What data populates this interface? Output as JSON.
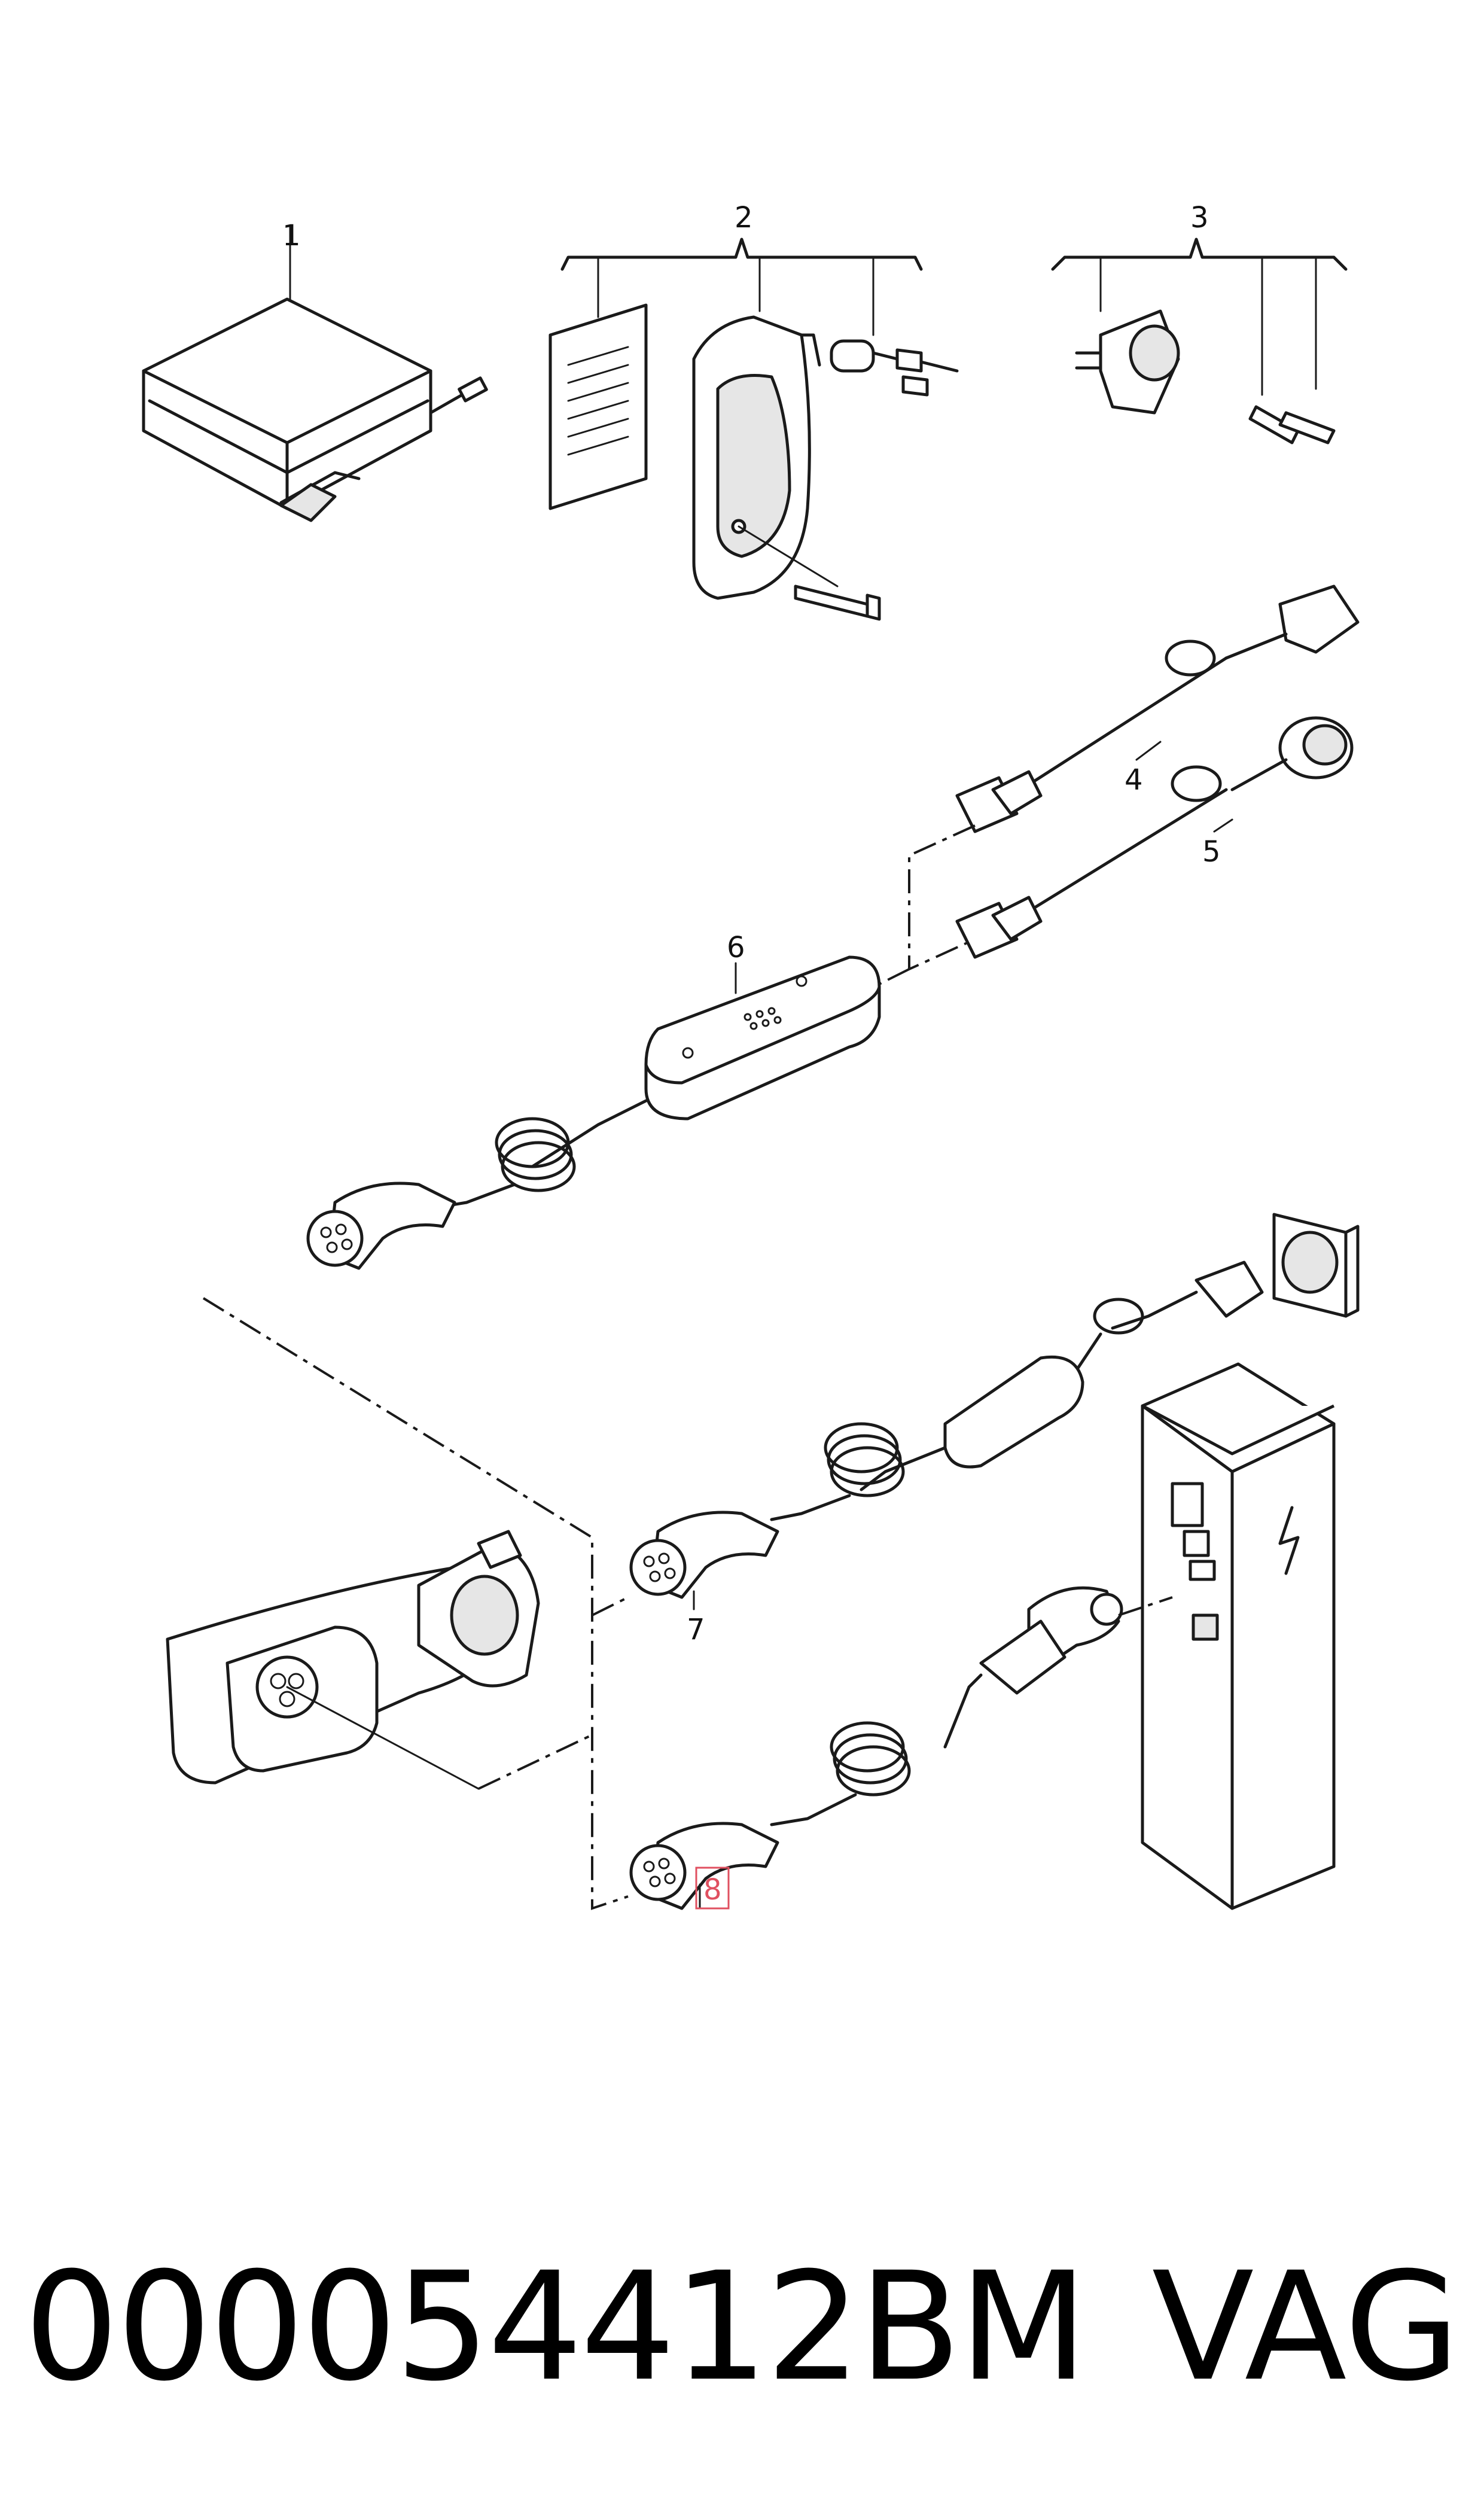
{
  "callouts": {
    "c1": "1",
    "c2": "2",
    "c3": "3",
    "c4": "4",
    "c5": "5",
    "c6": "6",
    "c7": "7",
    "c8": "8"
  },
  "highlight": {
    "label": "8",
    "color": "#e05060"
  },
  "footer": {
    "part_number": "000054412BM",
    "brand": "VAG"
  }
}
